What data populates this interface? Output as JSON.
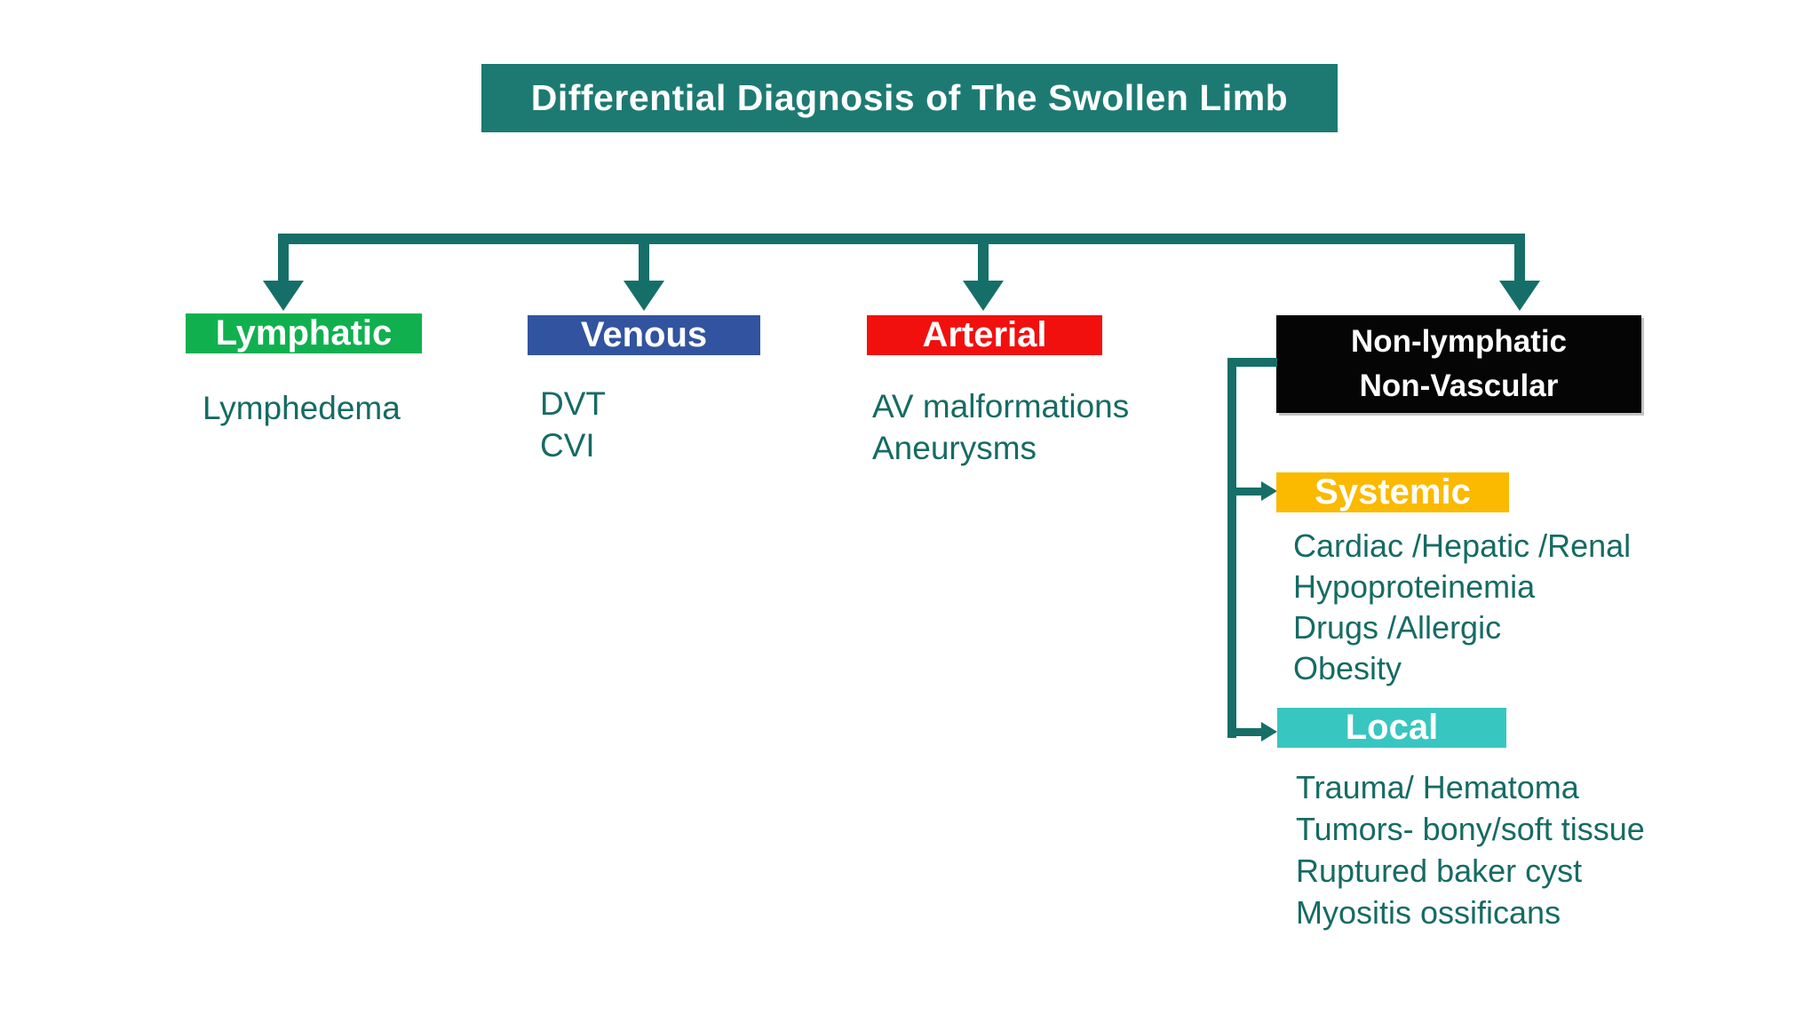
{
  "title": {
    "text": "Differential Diagnosis of The Swollen Limb"
  },
  "colors": {
    "title_bg": "#1D7A72",
    "line": "#156F68",
    "text": "#166B63",
    "lymphatic": "#10B04F",
    "venous": "#32539F",
    "arterial": "#F2100F",
    "nonlymphatic": "#050505",
    "systemic": "#FBB900",
    "local": "#38C6C0",
    "label_text": "#FFFFFF"
  },
  "branches": [
    {
      "label": "Lymphatic",
      "items": [
        "Lymphedema"
      ]
    },
    {
      "label": "Venous",
      "items": [
        "DVT",
        "CVI"
      ]
    },
    {
      "label": "Arterial",
      "items": [
        "AV malformations",
        "Aneurysms"
      ]
    },
    {
      "label_lines": [
        "Non-lymphatic",
        "Non-Vascular"
      ],
      "sub": [
        {
          "label": "Systemic",
          "items": [
            "Cardiac /Hepatic /Renal",
            "Hypoproteinemia",
            "Drugs /Allergic",
            "Obesity"
          ]
        },
        {
          "label": "Local",
          "items": [
            "Trauma/ Hematoma",
            "Tumors- bony/soft tissue",
            "Ruptured baker cyst",
            "Myositis ossificans"
          ]
        }
      ]
    }
  ]
}
